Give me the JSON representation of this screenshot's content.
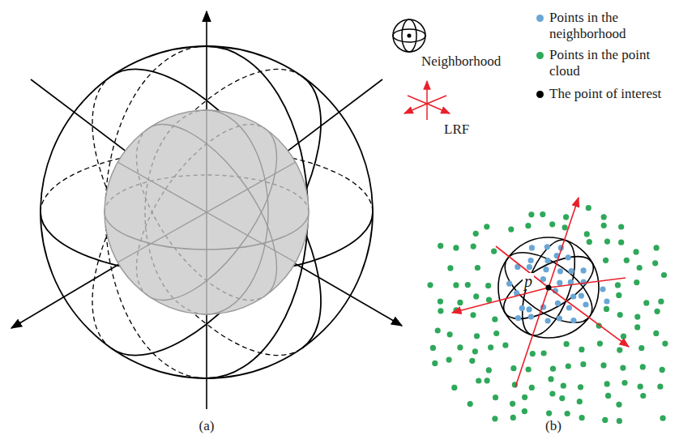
{
  "diagram": {
    "labels": [
      "p",
      "(a)",
      "(b)"
    ],
    "legend": [
      {
        "text": "Neighborhood"
      },
      {
        "text": "LRF"
      },
      {
        "text": "Points in the neighborhood",
        "color": "#6aa6d6"
      },
      {
        "text": "Points in the point cloud",
        "color": "#2ea85a"
      },
      {
        "text": "The point of interest",
        "color": "#000000"
      }
    ]
  }
}
